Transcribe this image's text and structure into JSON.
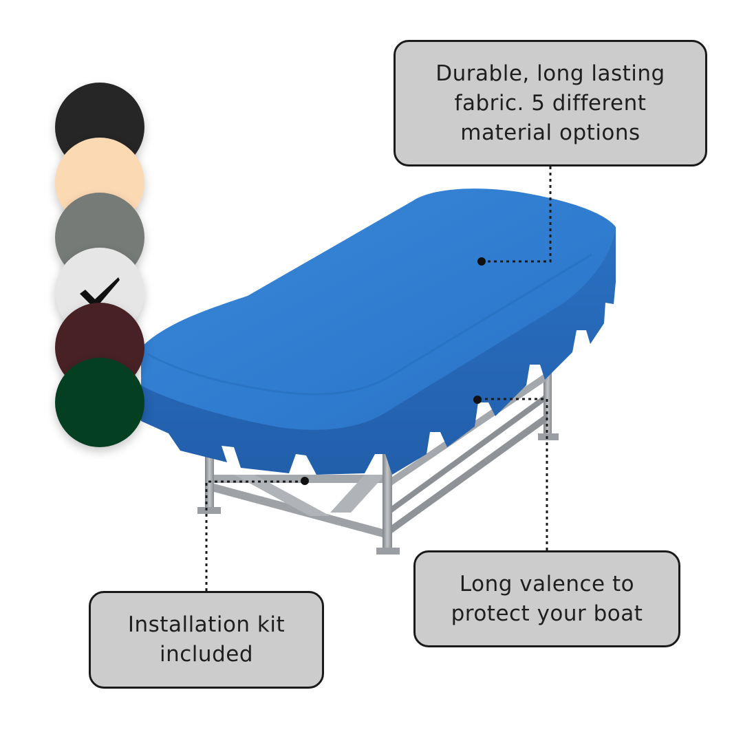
{
  "callouts": {
    "fabric": "Durable, long lasting\nfabric. 5 different\nmaterial options",
    "valence": "Long valence to\nprotect your boat",
    "kit": "Installation kit\nincluded"
  },
  "colors": {
    "cover": "#2f7bcf",
    "frame": "#9a9da1",
    "callout_bg": "#cccccc",
    "callout_border": "#1a1a1a"
  },
  "swatches": [
    {
      "name": "black",
      "color": "#262626",
      "selected": false
    },
    {
      "name": "tan",
      "color": "#fbd9b3",
      "selected": false
    },
    {
      "name": "gray",
      "color": "#767b78",
      "selected": false
    },
    {
      "name": "white",
      "color": "#e6e6e6",
      "selected": true
    },
    {
      "name": "burgundy",
      "color": "#472124",
      "selected": false
    },
    {
      "name": "green",
      "color": "#053f22",
      "selected": false
    }
  ],
  "icons": {
    "selected": "check-icon"
  }
}
